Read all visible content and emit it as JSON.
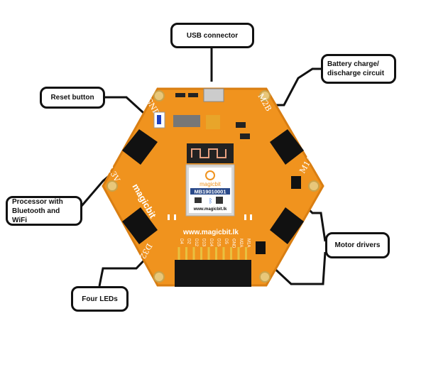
{
  "callouts": {
    "usb": "USB connector",
    "battery_line1": "Battery charge/",
    "battery_line2": "discharge circuit",
    "reset": "Reset button",
    "processor_line1": "Processor with",
    "processor_line2": "Bluetooth  and WiFi",
    "motor": "Motor drivers",
    "leds": "Four LEDs"
  },
  "board": {
    "brand": "magicbit",
    "module_brand": "magicbit",
    "module_id": "MB19010001",
    "module_url": "www.magicbit.lk",
    "silk_url": "www.magicbit.lk",
    "pins": [
      "D4",
      "D2",
      "D12",
      "D13",
      "D14",
      "D15",
      "D5",
      "GND",
      "M2A",
      "M1A"
    ],
    "edge_labels": [
      "GND",
      "3.3V",
      "D32",
      "M1A",
      "M2B"
    ],
    "colors": {
      "pcb": "#F0931E",
      "pcb_dark": "#D97E12",
      "header": "#1a1a1a",
      "module": "#e8e8e8",
      "module_id_bg": "#2a4a8a"
    }
  }
}
